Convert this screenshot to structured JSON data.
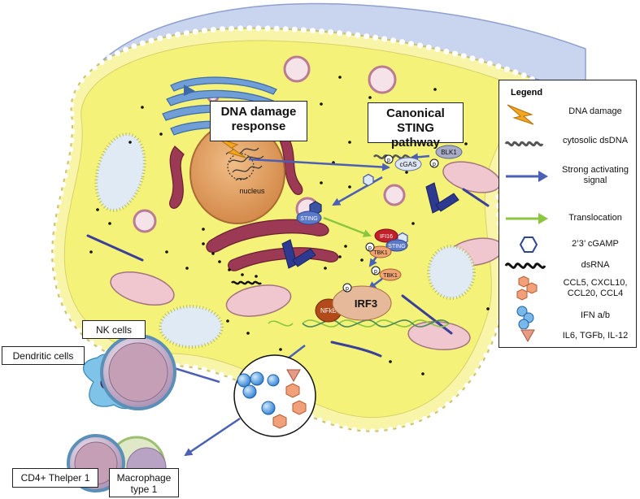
{
  "callouts": {
    "dna_damage_response": "DNA damage response",
    "canonical_sting": "Canonical STING pathway"
  },
  "labels": {
    "nucleus": "nucleus",
    "cgas": "cGAS",
    "blk1": "BLK1",
    "sting": "STING",
    "ifi16": "IFI16",
    "sting2": "STING",
    "tbk1_a": "TBK1",
    "tbk1_b": "TBK1",
    "irf3": "IRF3",
    "nfkb": "NFkB",
    "p": "p"
  },
  "cells": {
    "nk": "NK cells",
    "dendritic": "Dendritic cells",
    "cd4": "CD4+ Thelper 1",
    "macrophage": "Macrophage type 1"
  },
  "legend": {
    "title": "Legend",
    "items": [
      {
        "icon": "lightning-icon",
        "label": "DNA damage"
      },
      {
        "icon": "dsdna-coil-icon",
        "label": "cytosolic dsDNA"
      },
      {
        "icon": "blue-arrow-icon",
        "label": "Strong activating signal"
      },
      {
        "icon": "green-arrow-icon",
        "label": "Translocation"
      },
      {
        "icon": "hexagon-icon",
        "label": "2’3’ cGAMP"
      },
      {
        "icon": "wave-icon",
        "label": "dsRNA"
      },
      {
        "icon": "cube-icon",
        "label": "CCL5, CXCL10, CCL20, CCL4"
      },
      {
        "icon": "sphere-icon",
        "label": "IFN a/b"
      },
      {
        "icon": "triangle-icon",
        "label": "IL6, TGFb, IL-12"
      }
    ]
  },
  "colors": {
    "cytoplasm": "#f5f27a",
    "membrane": "#f8f4a8",
    "nucleus": "#e0a064",
    "arrow_blue": "#4a5fb5",
    "arrow_green": "#8cc63f",
    "stroma": "#c9d4ee"
  }
}
